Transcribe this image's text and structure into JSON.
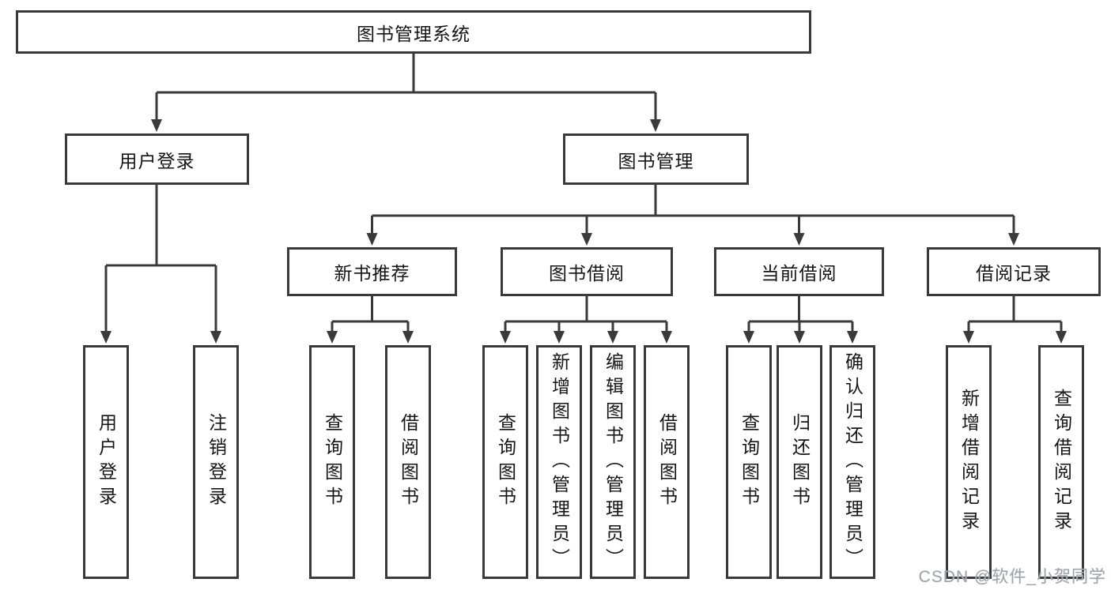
{
  "diagram": {
    "title": "图书管理系统",
    "level2": [
      {
        "label": "用户登录"
      },
      {
        "label": "图书管理"
      }
    ],
    "level3": [
      {
        "label": "新书推荐"
      },
      {
        "label": "图书借阅"
      },
      {
        "label": "当前借阅"
      },
      {
        "label": "借阅记录"
      }
    ],
    "leaves": {
      "user_login": [
        "用户登录",
        "注销登录"
      ],
      "new_book": [
        "查询图书",
        "借阅图书"
      ],
      "book_borrow": [
        "查询图书",
        "新增图书（管理员）",
        "编辑图书（管理员）",
        "借阅图书"
      ],
      "current_borrow": [
        "查询图书",
        "归还图书",
        "确认归还（管理员）"
      ],
      "borrow_record": [
        "新增借阅记录",
        "查询借阅记录"
      ]
    },
    "colors": {
      "line": "#3a3a3a",
      "text": "#151515",
      "watermark": "#a0a4ac"
    }
  },
  "watermark": {
    "text": "CSDN @软件_小贺同学"
  }
}
